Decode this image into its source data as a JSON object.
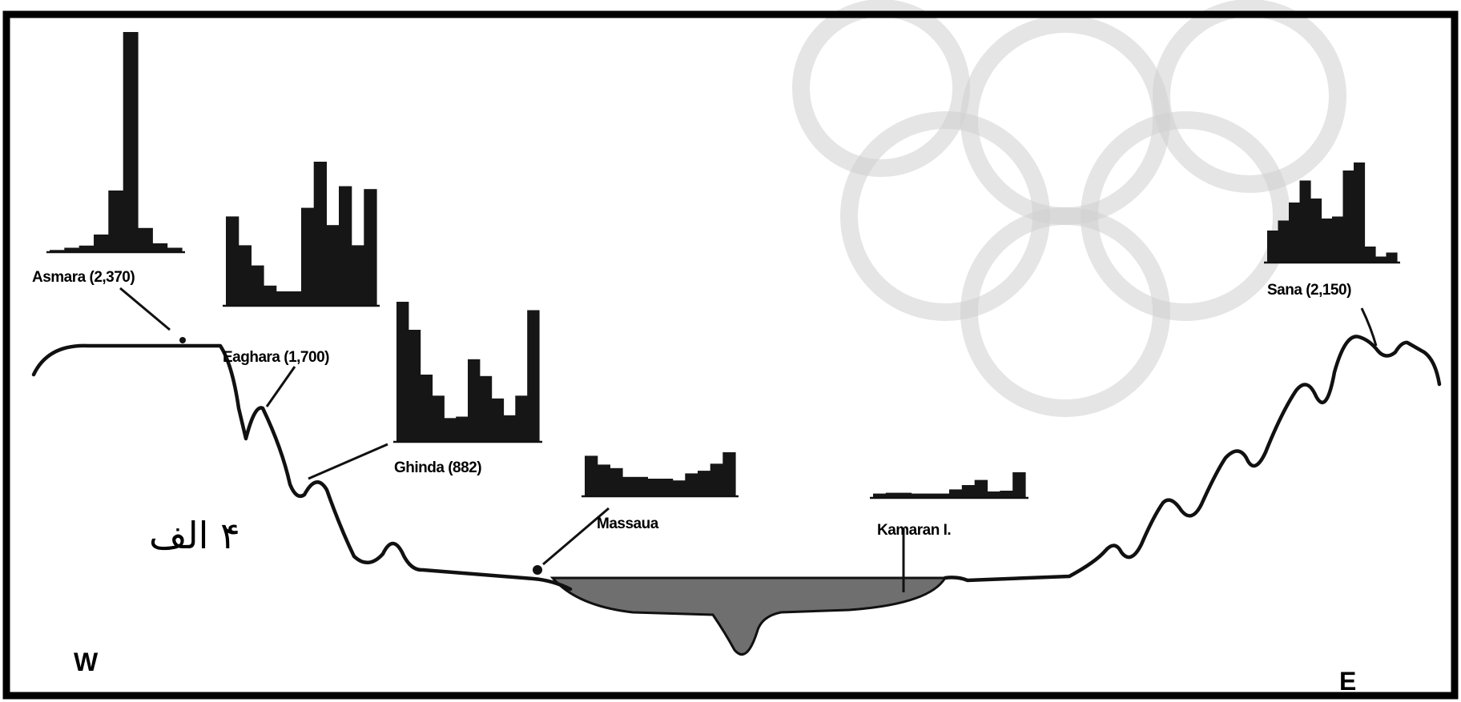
{
  "figure": {
    "number_label": "۴ الف",
    "west_label": "W",
    "east_label": "E"
  },
  "sites": [
    {
      "id": "asmara",
      "label": "Asmara (2,370)",
      "bars": [
        1,
        2,
        3,
        8,
        28,
        100,
        11,
        4,
        2
      ]
    },
    {
      "id": "adi-ugri",
      "label": "Eaghara (1,700)",
      "bars": [
        62,
        42,
        28,
        14,
        10,
        10,
        68,
        100,
        56,
        83,
        42,
        81
      ]
    },
    {
      "id": "ghinda",
      "label": "Ghinda (882)",
      "bars": [
        100,
        80,
        48,
        33,
        17,
        18,
        59,
        47,
        31,
        19,
        33,
        94
      ]
    },
    {
      "id": "massaua",
      "label": "Massaua",
      "bars": [
        92,
        72,
        64,
        44,
        44,
        40,
        40,
        36,
        52,
        58,
        74,
        100
      ]
    },
    {
      "id": "kamaran",
      "label": "Kamaran I.",
      "bars": [
        17,
        20,
        20,
        17,
        17,
        17,
        33,
        50,
        70,
        25,
        28,
        100
      ]
    },
    {
      "id": "sana",
      "label": "Sana (2,150)",
      "bars": [
        32,
        42,
        60,
        82,
        64,
        44,
        46,
        92,
        100,
        16,
        6,
        10
      ]
    }
  ]
}
